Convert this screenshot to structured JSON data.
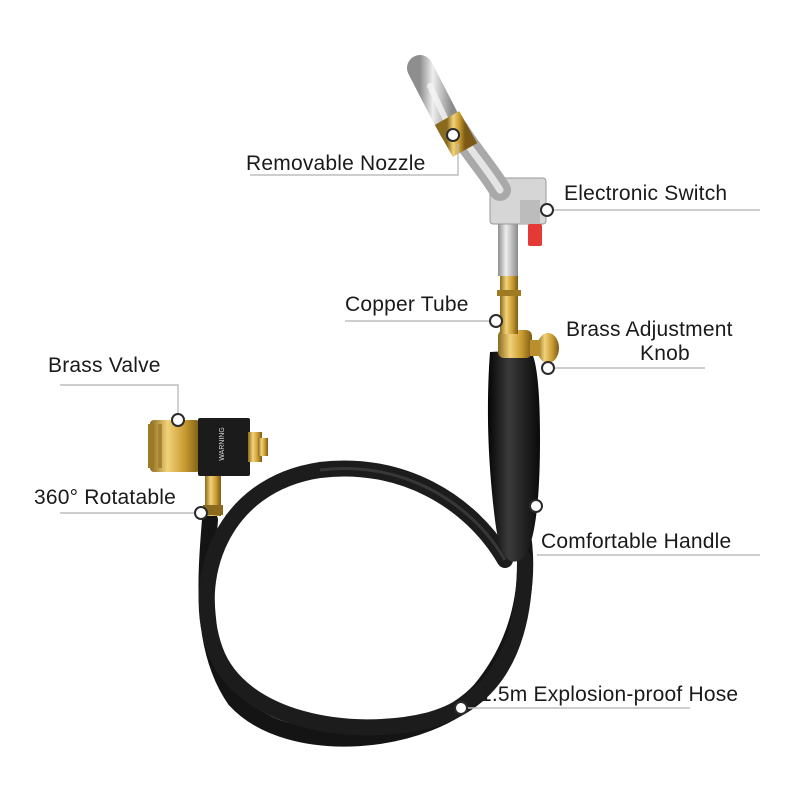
{
  "product": {
    "components": {
      "nozzle": "Removable Nozzle",
      "switch": "Electronic Switch",
      "tube": "Copper Tube",
      "knob_line1": "Brass Adjustment",
      "knob_line2": "Knob",
      "valve": "Brass Valve",
      "rotatable": "360° Rotatable",
      "handle": "Comfortable Handle",
      "hose": "1.5m Explosion-proof Hose"
    },
    "valve_label_text": "WARNING"
  },
  "colors": {
    "brass": "#c9a23a",
    "hose": "#141414",
    "steel": "#b8b8b8",
    "switch_button": "#e53935",
    "leader": "#bdbdbd"
  }
}
